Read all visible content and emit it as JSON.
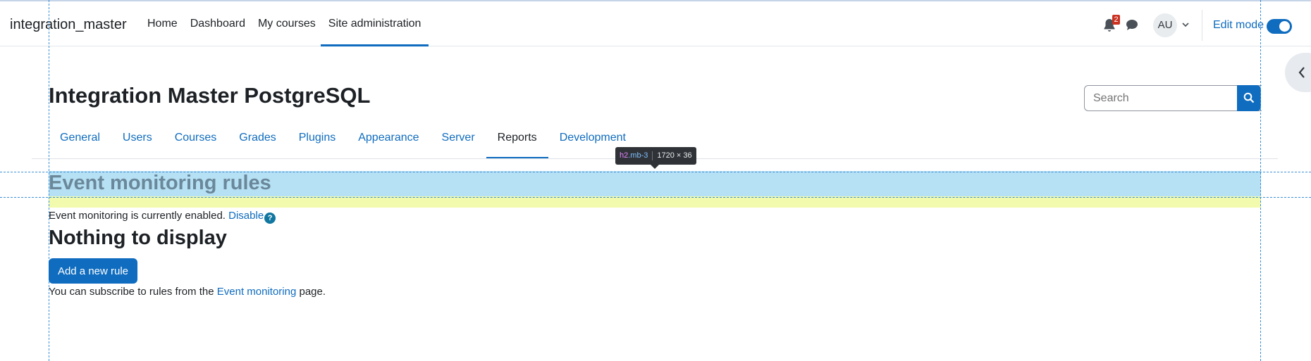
{
  "topbar": {
    "brand": "integration_master",
    "nav": [
      "Home",
      "Dashboard",
      "My courses",
      "Site administration"
    ],
    "notifications_count": "2",
    "avatar_initials": "AU",
    "edit_mode_label": "Edit mode",
    "edit_mode_on": true
  },
  "header": {
    "title": "Integration Master PostgreSQL",
    "search_placeholder": "Search"
  },
  "secondary_nav": [
    "General",
    "Users",
    "Courses",
    "Grades",
    "Plugins",
    "Appearance",
    "Server",
    "Reports",
    "Development"
  ],
  "secondary_nav_active": "Reports",
  "devtools_tooltip": {
    "tag": "h2",
    "class": ".mb-3",
    "size": "1720 × 36"
  },
  "main": {
    "heading": "Event monitoring rules",
    "status_text": "Event monitoring is currently enabled.",
    "disable_link": "Disable",
    "help_glyph": "?",
    "empty_heading": "Nothing to display",
    "add_button": "Add a new rule",
    "subscribe_prefix": "You can subscribe to rules from the",
    "subscribe_link": "Event monitoring",
    "subscribe_suffix": "page."
  },
  "colors": {
    "accent": "#0f6cbf",
    "highlight_content": "#b6e0f4",
    "highlight_margin": "#f2fbad",
    "badge": "#ca3120"
  },
  "icons": [
    "bell-icon",
    "chat-icon",
    "chevron-down-icon",
    "search-icon",
    "chevron-left-icon",
    "help-icon"
  ]
}
